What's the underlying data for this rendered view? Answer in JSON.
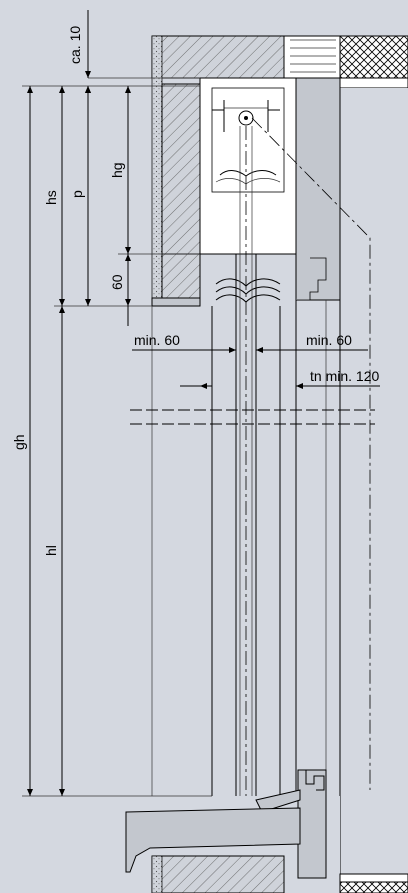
{
  "labels": {
    "ca10": "ca. 10",
    "hs": "hs",
    "p": "p",
    "hg": "hg",
    "v60": "60",
    "gh": "gh",
    "hl": "hl",
    "min60_left": "min. 60",
    "min60_right": "min. 60",
    "tn": "tn min. 120"
  },
  "colors": {
    "background": "#d4d8e0",
    "wall_fill": "#c3c7ce",
    "hatch": "#666666",
    "white": "#ffffff",
    "line": "#000000"
  }
}
